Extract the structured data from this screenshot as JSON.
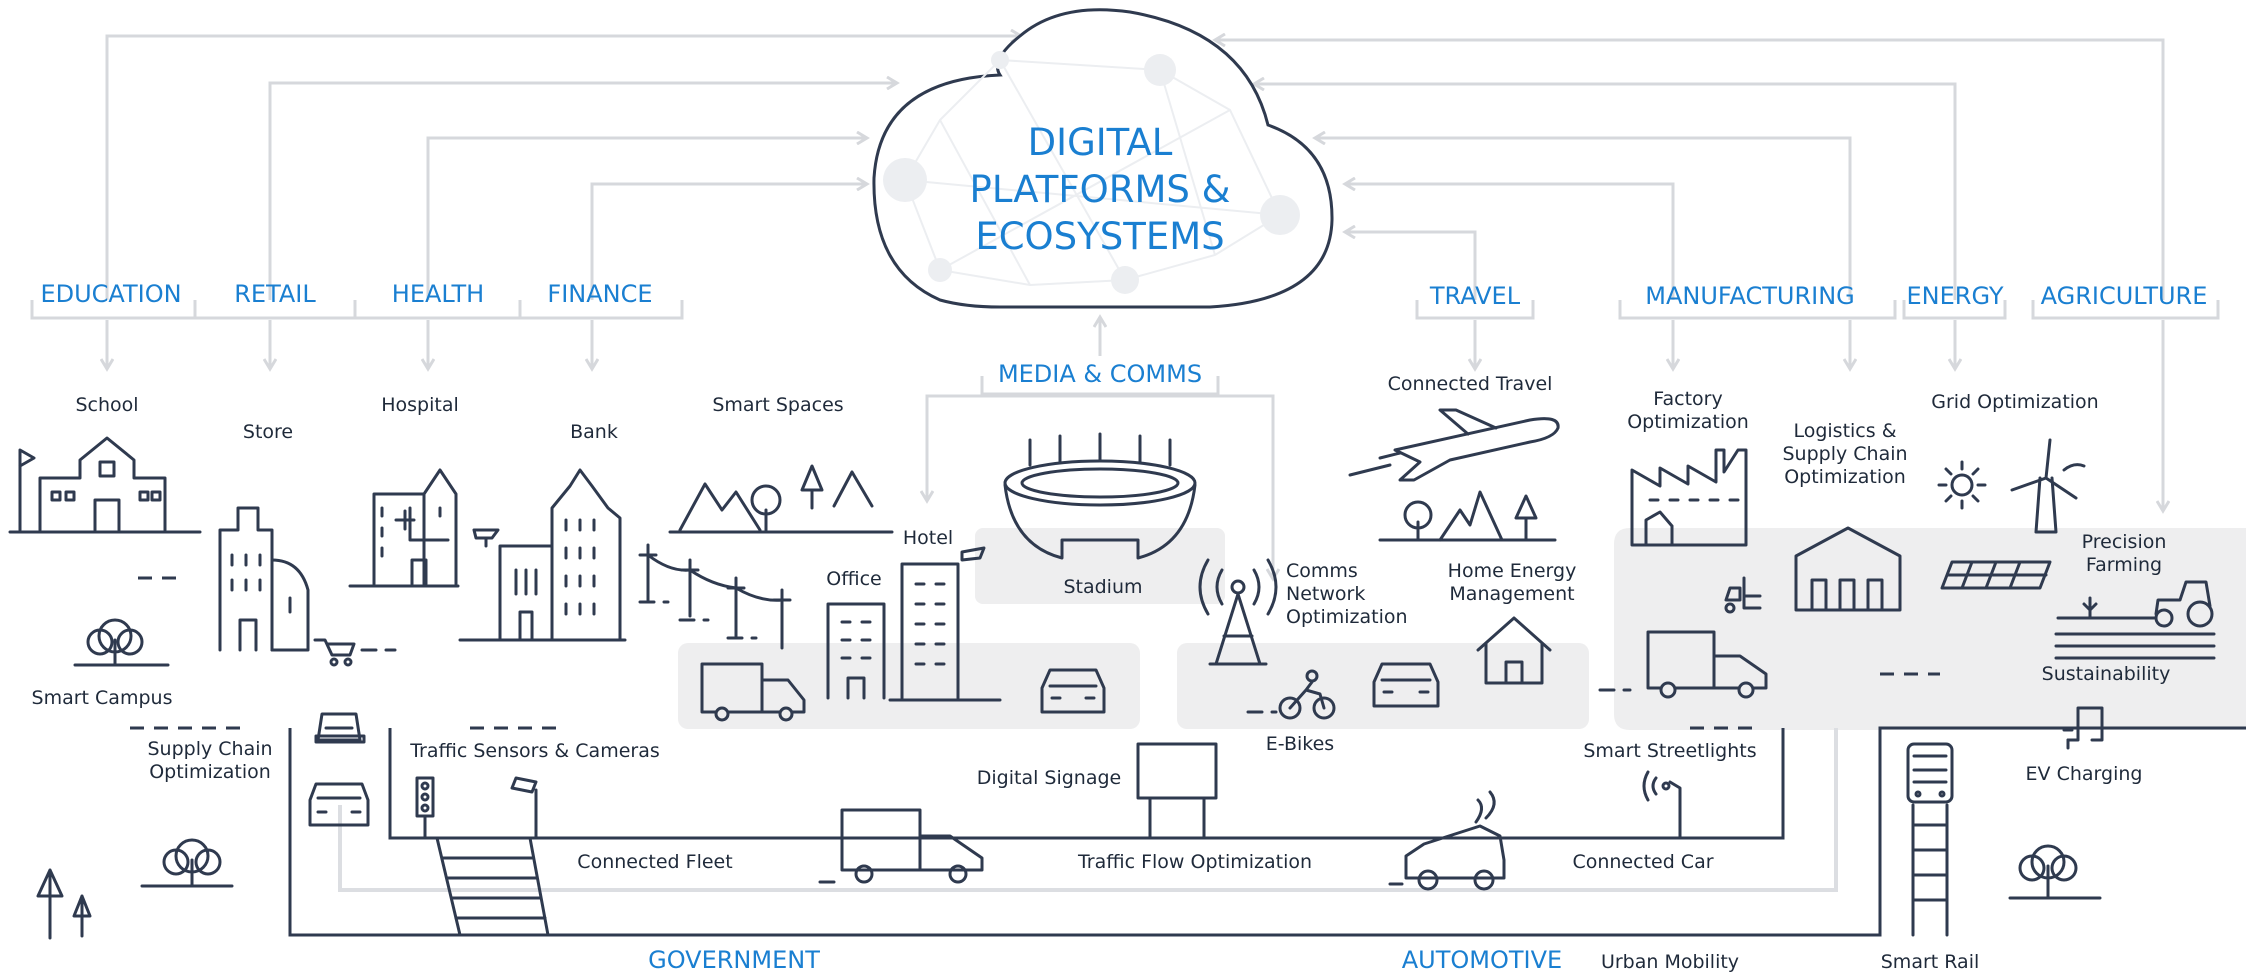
{
  "cloud": {
    "title_lines": [
      "DIGITAL",
      "PLATFORMS &",
      "ECOSYSTEMS"
    ]
  },
  "categories": {
    "education": "EDUCATION",
    "retail": "RETAIL",
    "health": "HEALTH",
    "finance": "FINANCE",
    "media": "MEDIA & COMMS",
    "travel": "TRAVEL",
    "manufacturing": "MANUFACTURING",
    "energy": "ENERGY",
    "agriculture": "AGRICULTURE",
    "government": "GOVERNMENT",
    "automotive": "AUTOMOTIVE"
  },
  "labels": {
    "school": "School",
    "store": "Store",
    "hospital": "Hospital",
    "bank": "Bank",
    "smart_spaces": "Smart Spaces",
    "smart_campus": "Smart Campus",
    "supply_chain_opt": [
      "Supply Chain",
      "Optimization"
    ],
    "traffic_sensors": "Traffic Sensors & Cameras",
    "office": "Office",
    "hotel": "Hotel",
    "stadium": "Stadium",
    "comms_network": [
      "Comms",
      "Network",
      "Optimization"
    ],
    "home_energy": [
      "Home Energy",
      "Management"
    ],
    "connected_travel": "Connected Travel",
    "factory_opt": [
      "Factory",
      "Optimization"
    ],
    "logistics": [
      "Logistics &",
      "Supply Chain",
      "Optimization"
    ],
    "grid_opt": "Grid Optimization",
    "precision_farming": [
      "Precision",
      "Farming"
    ],
    "sustainability": "Sustainability",
    "ev_charging": "EV Charging",
    "e_bikes": "E-Bikes",
    "smart_streetlights": "Smart Streetlights",
    "digital_signage": "Digital Signage",
    "connected_fleet": "Connected Fleet",
    "traffic_flow": "Traffic Flow Optimization",
    "connected_car": "Connected Car",
    "urban_mobility": "Urban Mobility",
    "smart_rail": "Smart Rail"
  },
  "colors": {
    "accent": "#1a7fd1",
    "ink": "#2f3a4f",
    "flow_arrow": "#d6d8dc",
    "zone": "#eeeeef"
  }
}
